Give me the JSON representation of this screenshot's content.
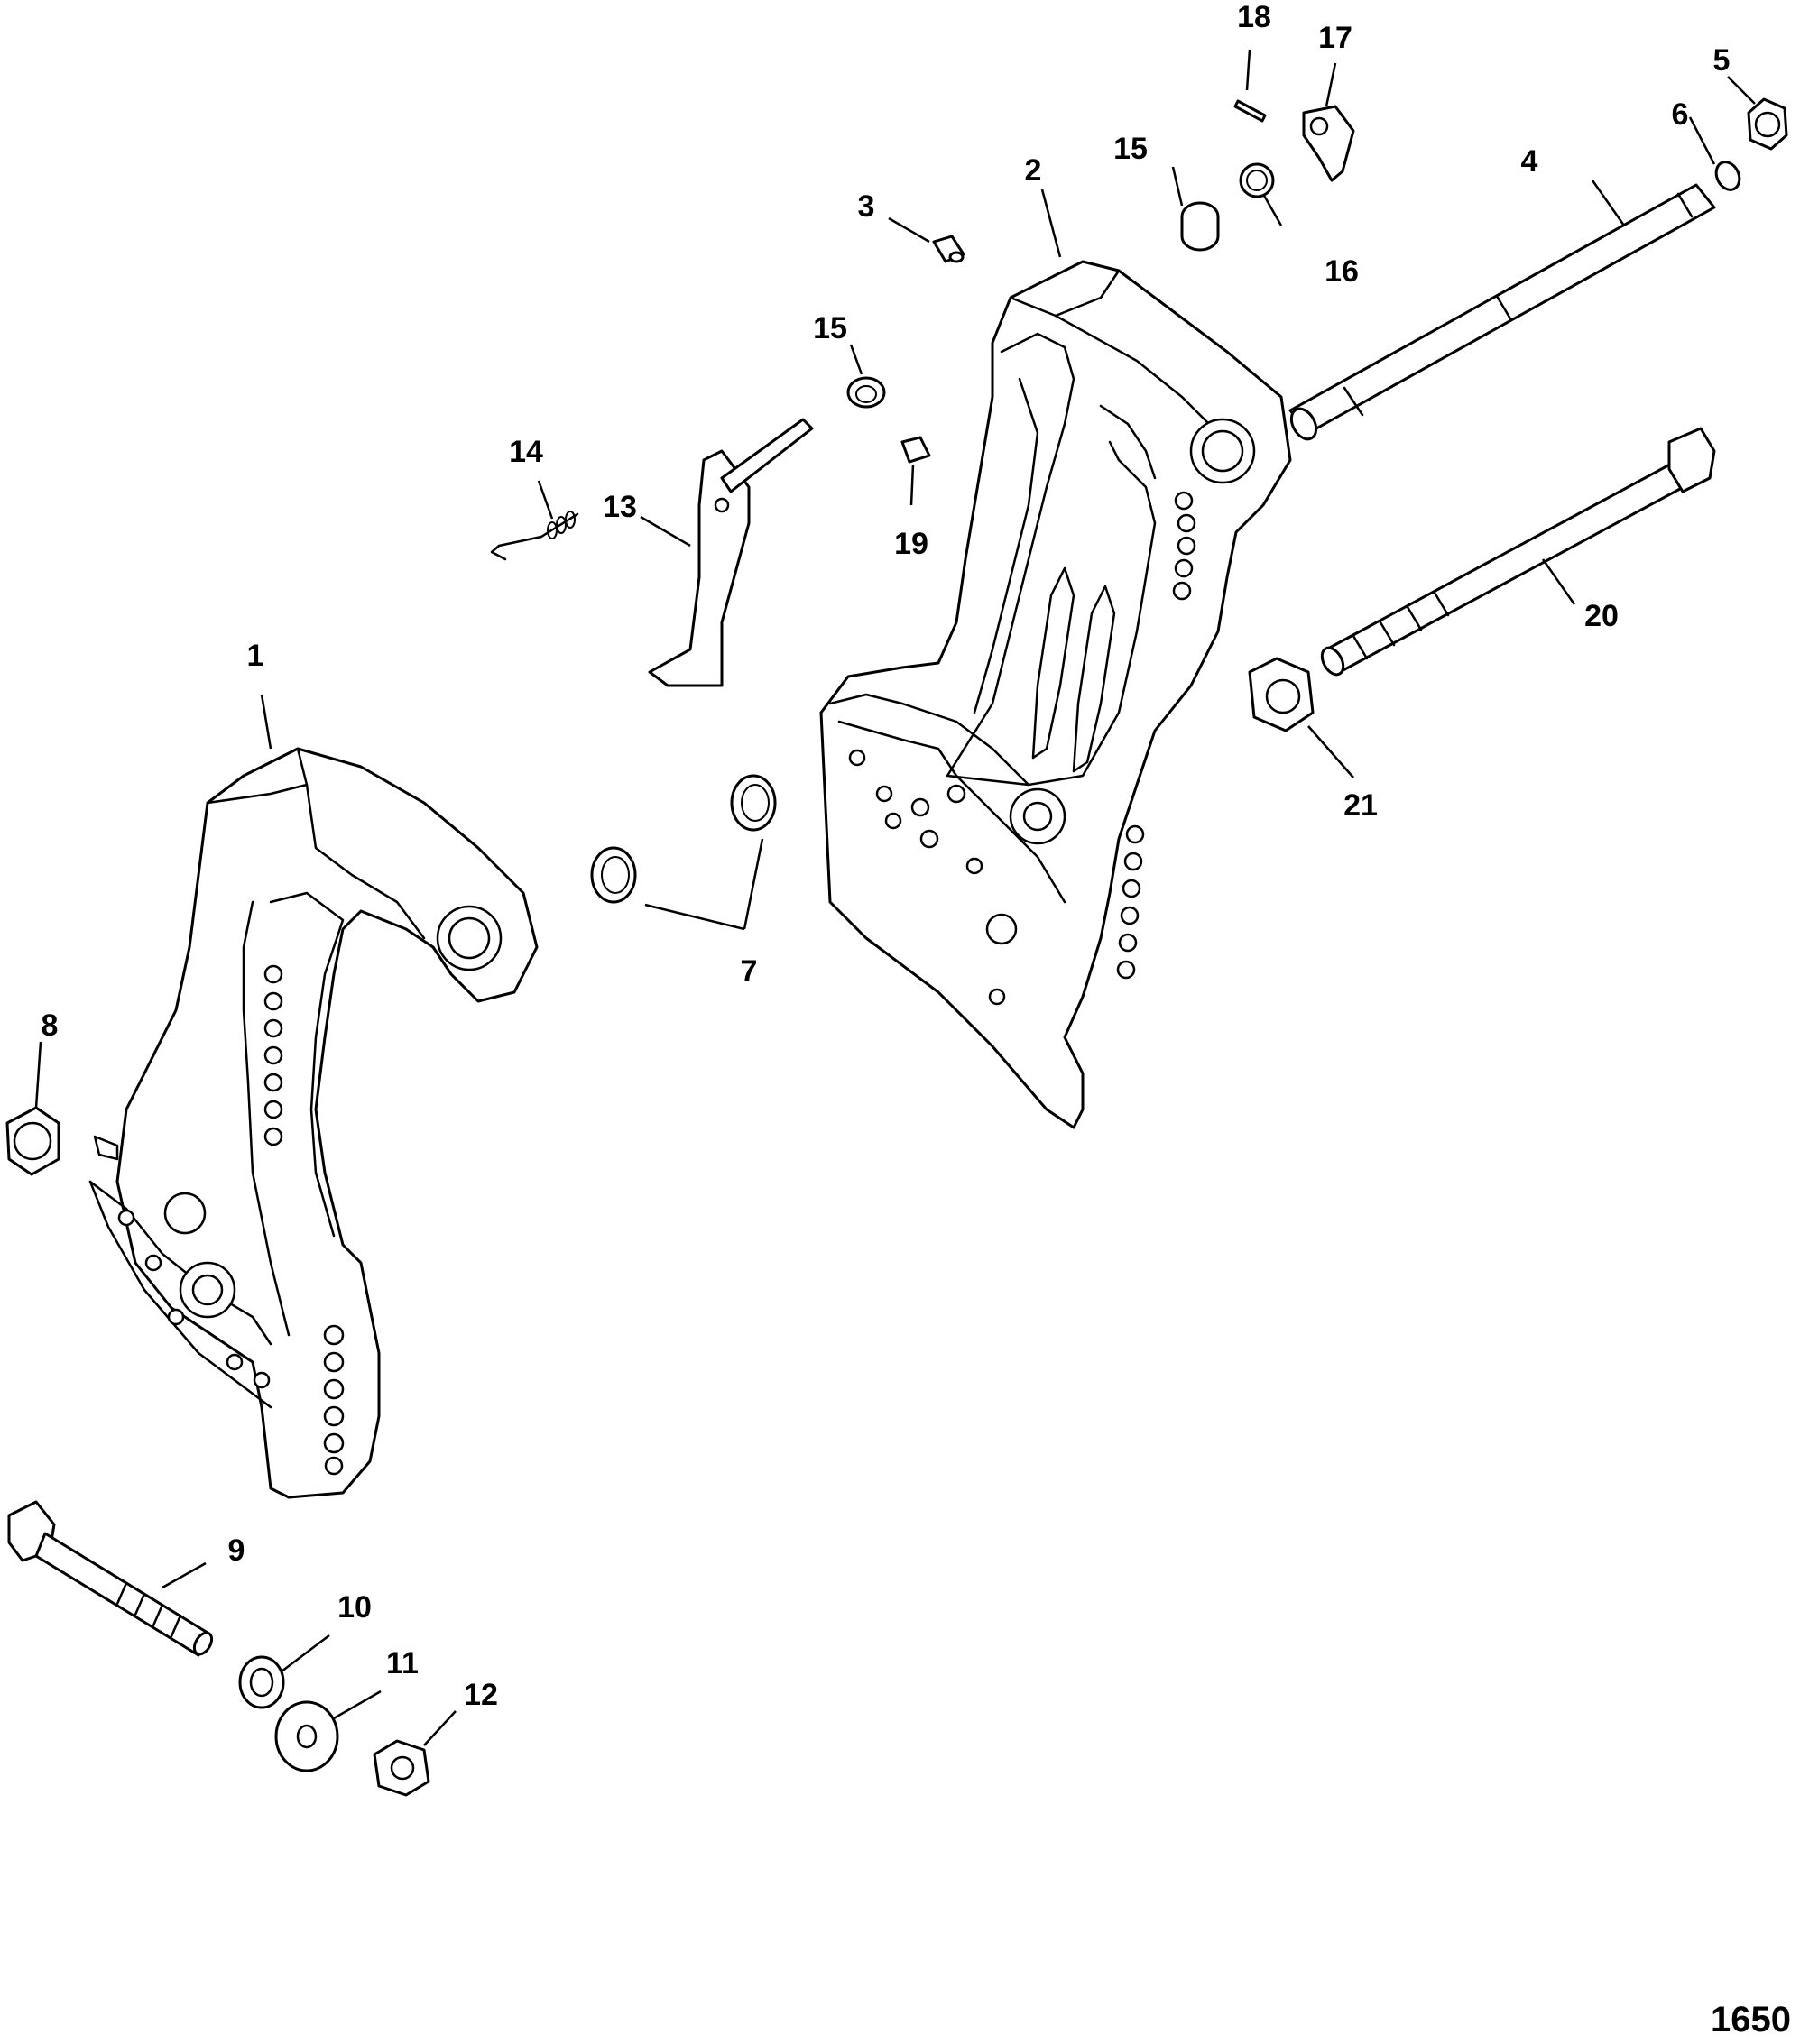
{
  "diagram": {
    "figure_number": "1650",
    "callouts": [
      {
        "id": "c1",
        "label": "1"
      },
      {
        "id": "c2",
        "label": "2"
      },
      {
        "id": "c3",
        "label": "3"
      },
      {
        "id": "c4",
        "label": "4"
      },
      {
        "id": "c5",
        "label": "5"
      },
      {
        "id": "c6",
        "label": "6"
      },
      {
        "id": "c7",
        "label": "7"
      },
      {
        "id": "c8",
        "label": "8"
      },
      {
        "id": "c9",
        "label": "9"
      },
      {
        "id": "c10",
        "label": "10"
      },
      {
        "id": "c11",
        "label": "11"
      },
      {
        "id": "c12",
        "label": "12"
      },
      {
        "id": "c13",
        "label": "13"
      },
      {
        "id": "c14",
        "label": "14"
      },
      {
        "id": "c15a",
        "label": "15"
      },
      {
        "id": "c15b",
        "label": "15"
      },
      {
        "id": "c16",
        "label": "16"
      },
      {
        "id": "c17",
        "label": "17"
      },
      {
        "id": "c18",
        "label": "18"
      },
      {
        "id": "c19",
        "label": "19"
      },
      {
        "id": "c20",
        "label": "20"
      },
      {
        "id": "c21",
        "label": "21"
      }
    ]
  }
}
